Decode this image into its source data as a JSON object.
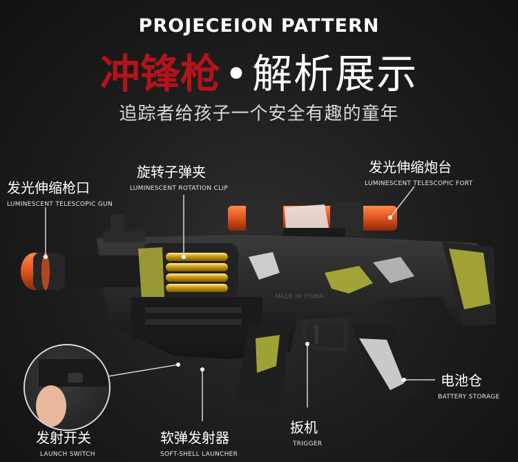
{
  "header": {
    "title_en": "PROJECEION PATTERN",
    "title_cn_red": "冲锋枪",
    "title_dot": "•",
    "title_cn_white": "解析展示",
    "subtitle": "追踪者给孩子一个安全有趣的童年"
  },
  "callouts": [
    {
      "cn": "发光伸缩枪口",
      "en": "LUMINESCENT TELESCOPIC GUN"
    },
    {
      "cn": "旋转子弹夹",
      "en": "LUMINESCENT ROTATION CLIP"
    },
    {
      "cn": "发光伸缩炮台",
      "en": "LUMINESCENT TELESCOPIC FORT"
    },
    {
      "cn": "电池仓",
      "en": "BATTERY STORAGE"
    },
    {
      "cn": "扳机",
      "en": "TRIGGER"
    },
    {
      "cn": "软弹发射器",
      "en": "SOFT-SHELL LAUNCHER"
    },
    {
      "cn": "发射开关",
      "en": "LAUNCH SWITCH"
    }
  ],
  "gun_marking": "MADE IN CHINA",
  "colors": {
    "accent_red": "#b3131b",
    "orange_parts": "#e0531e",
    "gold_bullets": "#d4a017",
    "camo_yellow": "#b7b83a",
    "camo_white": "#e8e8e8",
    "body_black": "#1a1a1a"
  }
}
